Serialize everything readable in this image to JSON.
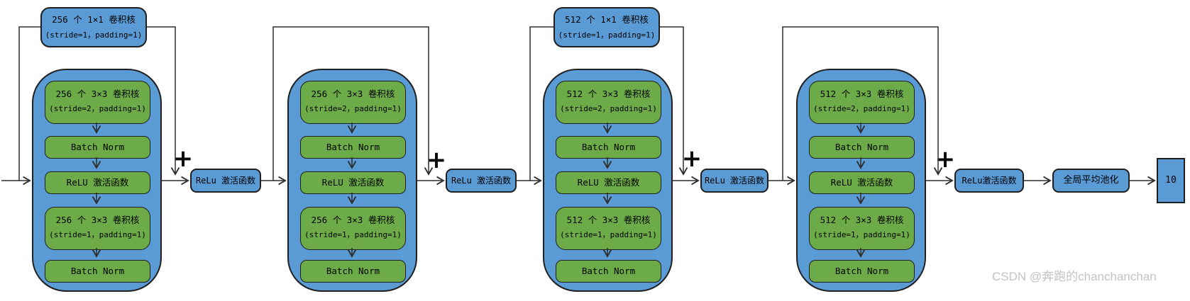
{
  "diagram": {
    "plus": "+",
    "blocks": [
      {
        "skip": {
          "line1": "256 个 1×1 卷积核",
          "line2": "(stride=1，padding=1)"
        },
        "layers": {
          "conv1_line1": "256 个 3×3 卷积核",
          "conv1_line2": "(stride=2，padding=1)",
          "bn1": "Batch Norm",
          "relu": "ReLU 激活函数",
          "conv2_line1": "256 个 3×3 卷积核",
          "conv2_line2": "(stride=1，padding=1)",
          "bn2": "Batch Norm"
        }
      },
      {
        "layers": {
          "conv1_line1": "256 个 3×3 卷积核",
          "conv1_line2": "(stride=2，padding=1)",
          "bn1": "Batch Norm",
          "relu": "ReLU 激活函数",
          "conv2_line1": "256 个 3×3 卷积核",
          "conv2_line2": "(stride=1，padding=1)",
          "bn2": "Batch Norm"
        }
      },
      {
        "skip": {
          "line1": "512 个 1×1 卷积核",
          "line2": "(stride=1，padding=1)"
        },
        "layers": {
          "conv1_line1": "512 个 3×3 卷积核",
          "conv1_line2": "(stride=2，padding=1)",
          "bn1": "Batch Norm",
          "relu": "ReLU 激活函数",
          "conv2_line1": "512 个 3×3 卷积核",
          "conv2_line2": "(stride=1，padding=1)",
          "bn2": "Batch Norm"
        }
      },
      {
        "layers": {
          "conv1_line1": "512 个 3×3 卷积核",
          "conv1_line2": "(stride=2，padding=1)",
          "bn1": "Batch Norm",
          "relu": "ReLU 激活函数",
          "conv2_line1": "512 个 3×3 卷积核",
          "conv2_line2": "(stride=1，padding=1)",
          "bn2": "Batch Norm"
        }
      }
    ],
    "relu_boxes": [
      "ReLu 激活函数",
      "ReLu 激活函数",
      "ReLu 激活函数",
      "ReLu激活函数"
    ],
    "global_pool": "全局平均池化",
    "output": "10",
    "watermark": "CSDN @奔跑的chanchanchan"
  },
  "colors": {
    "block_blue": "#5b9bd5",
    "layer_green": "#6cab47",
    "border": "#1f1f1f",
    "wire": "#2e2e2e",
    "watermark_gray": "#c3c3c3"
  }
}
